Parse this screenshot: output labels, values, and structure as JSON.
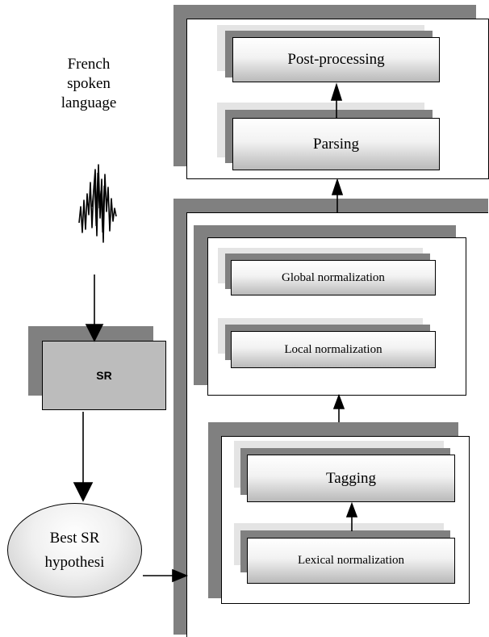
{
  "input": {
    "label_lines": [
      "French",
      "spoken",
      "language"
    ]
  },
  "modules": {
    "sr": "SR",
    "best_hypothesis": [
      "Best SR",
      "hypothesi"
    ],
    "post_processing": "Post-processing",
    "parsing": "Parsing",
    "global_normalization": "Global normalization",
    "local_normalization": "Local normalization",
    "tagging": "Tagging",
    "lexical_normalization": "Lexical normalization"
  }
}
